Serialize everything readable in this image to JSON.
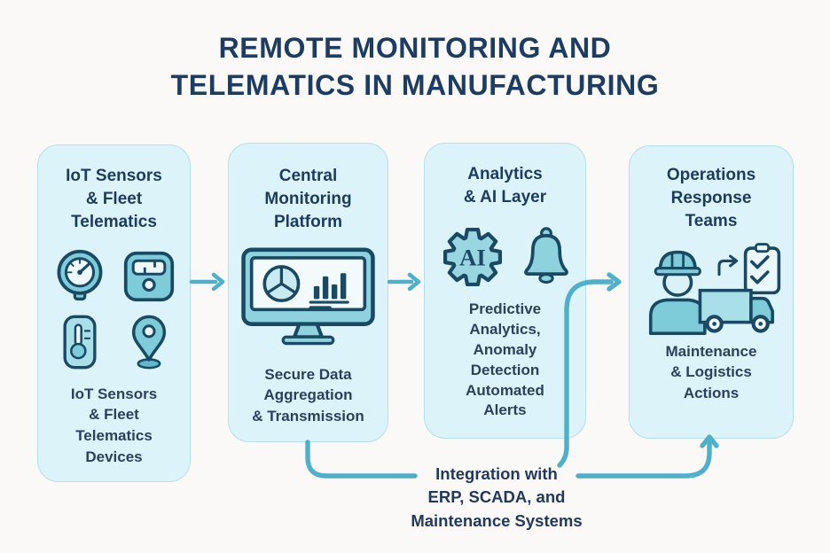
{
  "title": {
    "text": "REMOTE MONITORING AND\nTELEMATICS IN MANUFACTURING"
  },
  "boxes": [
    {
      "id": "iot-sensors",
      "header": "IoT Sensors\n& Fleet\nTelematics",
      "sub": "IoT Sensors\n& Fleet\nTelematics\nDevices",
      "icons": [
        "gauge-icon",
        "meter-device-icon",
        "thermometer-icon",
        "location-pin-icon"
      ]
    },
    {
      "id": "central-monitoring",
      "header": "Central\nMonitoring\nPlatform",
      "sub": "Secure Data\nAggregation\n& Transmission",
      "icons": [
        "monitor-dashboard-icon"
      ]
    },
    {
      "id": "analytics-ai",
      "header": "Analytics\n& AI Layer",
      "sub": "Predictive\nAnalytics,\nAnomaly\nDetection\nAutomated\nAlerts",
      "icons": [
        "ai-gear-icon",
        "bell-icon"
      ],
      "ai_label": "AI"
    },
    {
      "id": "operations-response",
      "header": "Operations\nResponse\nTeams",
      "sub": "Maintenance\n& Logistics\nActions",
      "icons": [
        "worker-truck-clipboard-icon"
      ]
    }
  ],
  "integration_label": "Integration with\nERP, SCADA, and\nMaintenance Systems",
  "colors": {
    "page_background": "#fbf9f7",
    "title_navy": "#1d3c61",
    "header_navy": "#1d3b5e",
    "subtext_navy": "#2d3f5a",
    "box_fill": "#ddf3fa",
    "box_border": "#b3dfee",
    "connector_teal": "#4fb1c9",
    "icon_fill_teal": "#7ecbd9",
    "icon_fill_light": "#a9dfe9",
    "icon_face_white": "#eef9fc",
    "icon_stroke_navy": "#1a4a63"
  }
}
